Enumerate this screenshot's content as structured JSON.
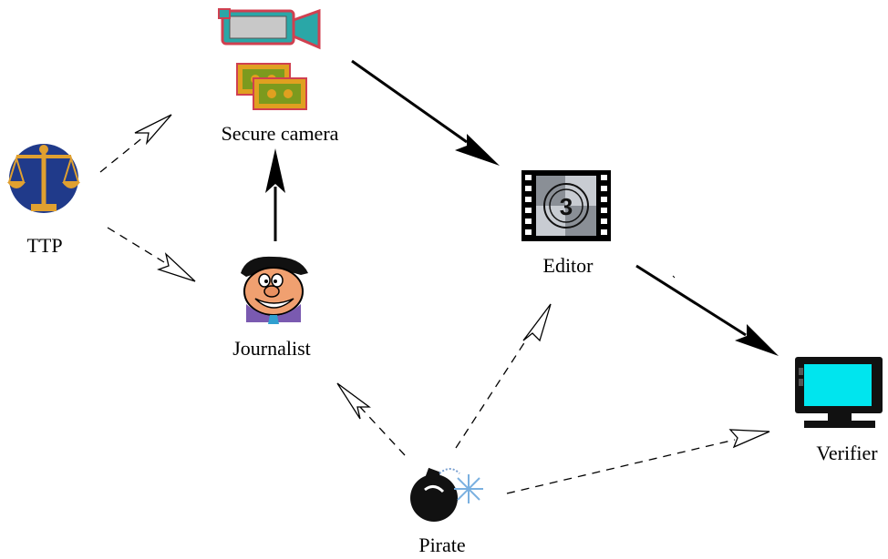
{
  "nodes": {
    "camera": {
      "label": "Secure camera",
      "icon": "video-camera-icon"
    },
    "ttp": {
      "label": "TTP",
      "icon": "scales-of-justice-icon"
    },
    "journalist": {
      "label": "Journalist",
      "icon": "cartoon-man-icon"
    },
    "editor": {
      "label": "Editor",
      "icon": "film-reel-icon"
    },
    "verifier": {
      "label": "Verifier",
      "icon": "computer-monitor-icon"
    },
    "pirate": {
      "label": "Pirate",
      "icon": "bomb-icon"
    }
  },
  "edges": [
    {
      "from": "journalist",
      "to": "camera",
      "style": "solid"
    },
    {
      "from": "camera",
      "to": "editor",
      "style": "solid"
    },
    {
      "from": "editor",
      "to": "verifier",
      "style": "solid"
    },
    {
      "from": "ttp",
      "to": "camera",
      "style": "dashed"
    },
    {
      "from": "ttp",
      "to": "journalist",
      "style": "dashed"
    },
    {
      "from": "pirate",
      "to": "journalist",
      "style": "dashed"
    },
    {
      "from": "pirate",
      "to": "editor",
      "style": "dashed"
    },
    {
      "from": "pirate",
      "to": "verifier",
      "style": "dashed"
    }
  ],
  "colors": {
    "line": "#000000",
    "monitor_screen": "#00e5ee",
    "camera_body": "#2aa7a7",
    "camera_outline": "#d04050",
    "tape": "#7c9a1e",
    "tape_frame": "#e0a020",
    "scales": "#e0a030",
    "scales_bg": "#203a8a"
  }
}
